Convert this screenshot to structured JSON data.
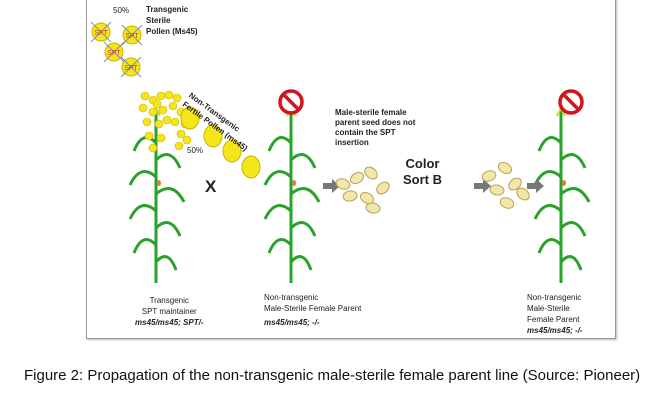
{
  "figure": {
    "sterile_pollen": {
      "percent": "50%",
      "label_line1": "Transgenic",
      "label_line2": "Sterile",
      "label_line3": "Pollen (Ms45)",
      "grain_tag": "SPT"
    },
    "fertile_pollen": {
      "percent": "50%",
      "label_line1": "Non-Transgenic",
      "label_line2": "Fertile Pollen (ms45)"
    },
    "cross_symbol": "X",
    "seed_note": [
      "Male-sterile female",
      "parent seed does not",
      "contain the SPT",
      "insertion"
    ],
    "sort_label": [
      "Color",
      "Sort B"
    ],
    "plants": [
      {
        "lines": [
          "Transgenic",
          "SPT maintainer"
        ],
        "genotype": "ms45/ms45; SPT/-"
      },
      {
        "lines": [
          "Non-transgenic",
          "Male-Sterile Female Parent"
        ],
        "genotype": "ms45/ms45; -/-"
      },
      {
        "lines": [
          "Non-transgenic",
          "Male-Sterile",
          "Female Parent"
        ],
        "genotype": "ms45/ms45; -/-"
      }
    ],
    "colors": {
      "pollen": "#f5e61a",
      "leaf": "#2aa12a",
      "no_sign": "#d4141c",
      "arrow": "#777777"
    }
  },
  "caption": "Figure 2: Propagation of the non-transgenic male-sterile female parent line (Source: Pioneer)"
}
